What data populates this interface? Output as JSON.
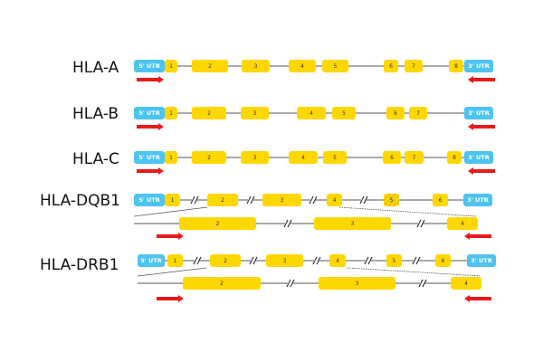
{
  "colors": {
    "exon": "#FFD700",
    "utr": "#4DC3F0",
    "arrow": "#E8191A",
    "intron": "#555555"
  },
  "icons": {
    "forward_primer": "arrow-right-icon",
    "reverse_primer": "arrow-left-icon",
    "intron_break": "double-slash-icon"
  },
  "genes": [
    {
      "name": "HLA-A",
      "utr5": "5' UTR",
      "utr3": "3' UTR",
      "exons": [
        "1",
        "2",
        "3",
        "4",
        "5",
        "6",
        "7",
        "8"
      ]
    },
    {
      "name": "HLA-B",
      "utr5": "5' UTR",
      "utr3": "3' UTR",
      "exons": [
        "1",
        "2",
        "3",
        "4",
        "5",
        "6",
        "7"
      ]
    },
    {
      "name": "HLA-C",
      "utr5": "5' UTR",
      "utr3": "3' UTR",
      "exons": [
        "1",
        "2",
        "3",
        "4",
        "5",
        "6",
        "7",
        "8"
      ]
    },
    {
      "name": "HLA-DQB1",
      "utr5": "5' UTR",
      "utr3": "3' UTR",
      "exons": [
        "1",
        "2",
        "3",
        "4",
        "5",
        "6"
      ],
      "hatched_exon": "5",
      "zoom_exons": [
        "2",
        "3",
        "4"
      ]
    },
    {
      "name": "HLA-DRB1",
      "utr5": "5' UTR",
      "utr3": "3' UTR",
      "exons": [
        "1",
        "2",
        "3",
        "4",
        "5",
        "6"
      ],
      "zoom_exons": [
        "2",
        "3",
        "4"
      ]
    }
  ]
}
